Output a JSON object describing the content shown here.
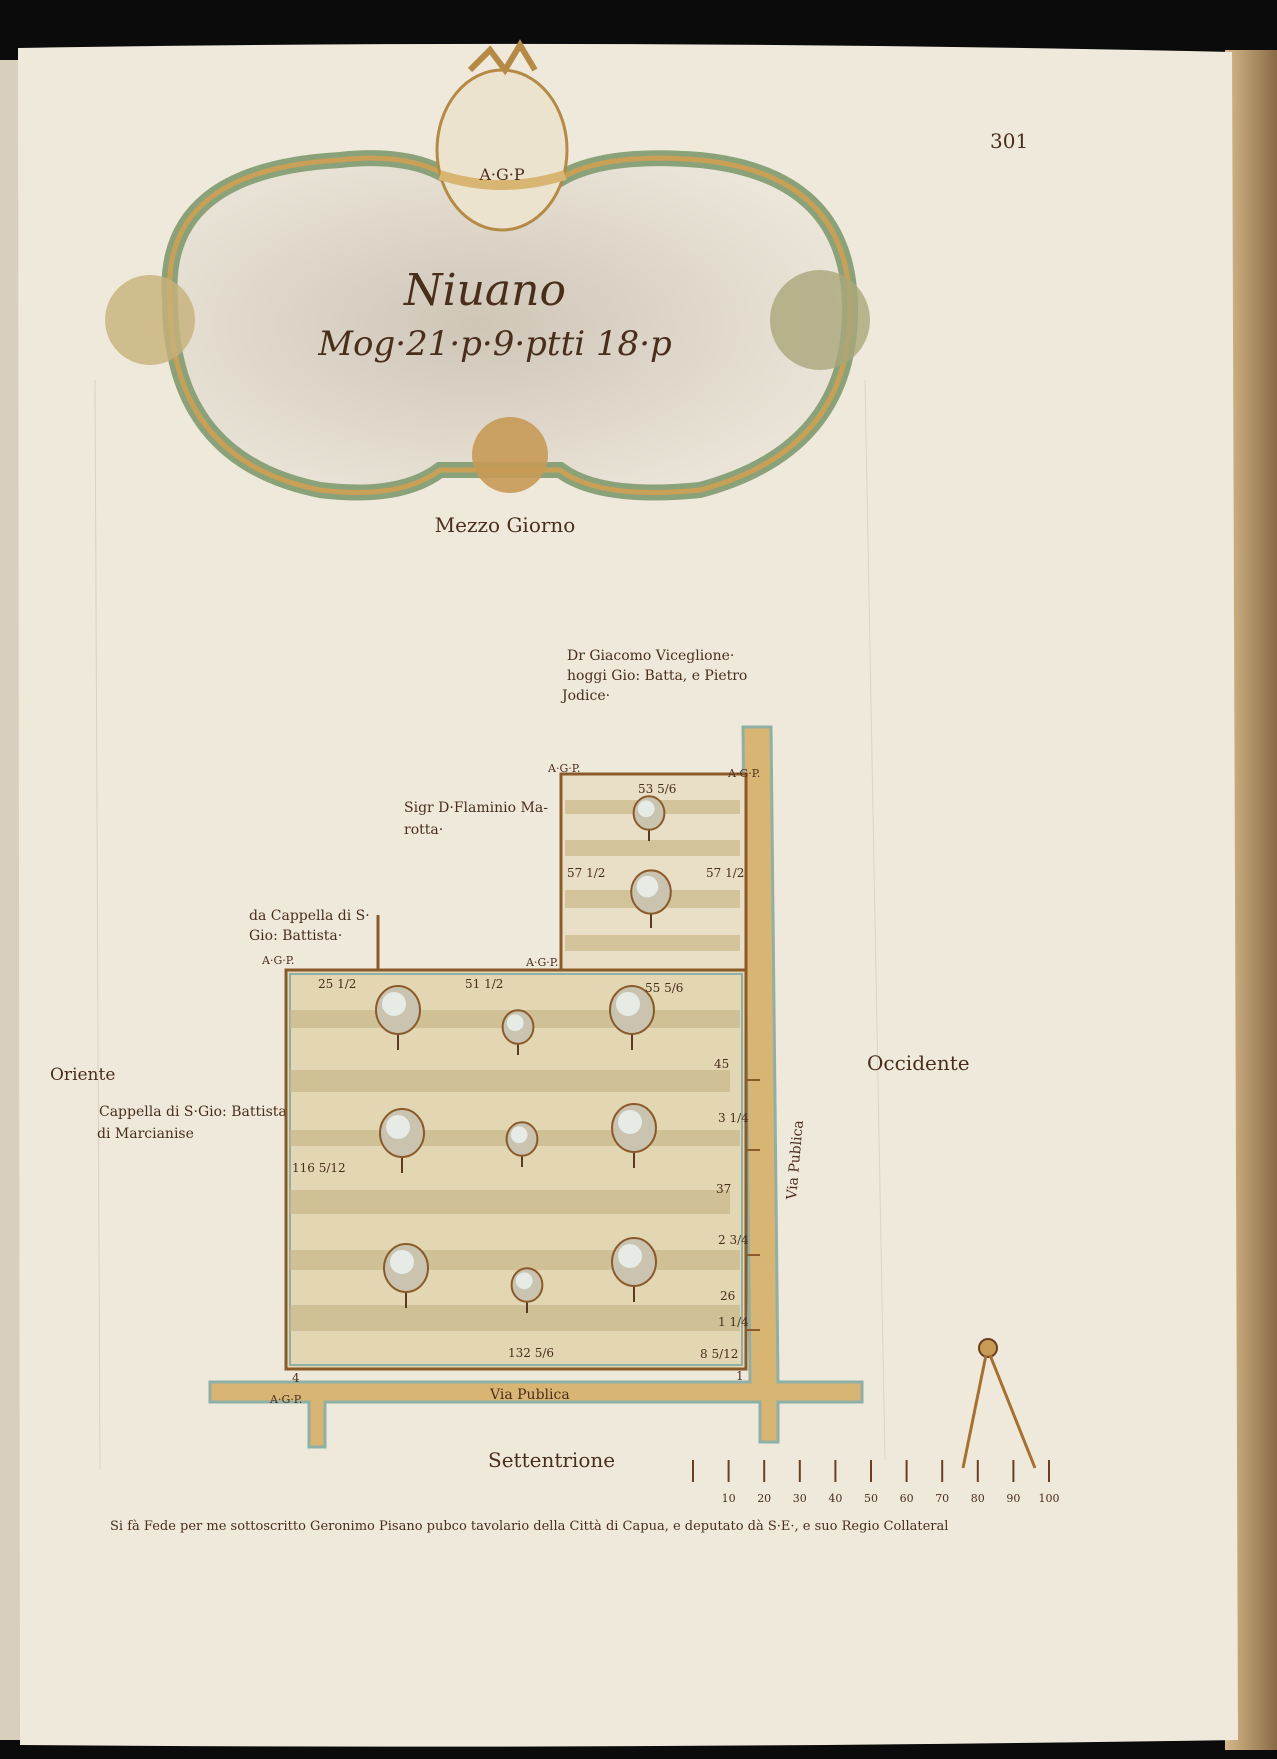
{
  "page": {
    "page_number": "301",
    "cartouche": {
      "monogram": "A·G·P",
      "title": "Niuano",
      "subtitle": "Mog·21·p·9·ptti 18·p"
    },
    "compass_points": {
      "south": "Mezzo Giorno",
      "north": "Settentrione",
      "east": "Oriente",
      "west": "Occidente"
    },
    "neighbours": {
      "top": [
        "Dr Giacomo Viceglione·",
        "hoggi Gio: Batta, e Pietro",
        "Jodice·"
      ],
      "upper_left": [
        "Sigr D·Flaminio Ma-",
        "rotta·"
      ],
      "chapel_top": [
        "da Cappella di S·",
        "Gio: Battista·"
      ],
      "chapel_east": [
        "Cappella di S·Gio: Battista",
        "di Marcianise"
      ]
    },
    "roads": {
      "vertical": "Via Publica",
      "horizontal": "Via Publica"
    },
    "boundary_marks": [
      "A·G·P.",
      "A·G·P.",
      "A·G·P.",
      "A·G·P.",
      "A·G·P."
    ],
    "measurements": {
      "upper_top": "53 5/6",
      "upper_left": "57 1/2",
      "upper_right": "57 1/2",
      "main_top_left": "25 1/2",
      "main_top_mid": "51 1/2",
      "main_top_right": "55 5/6",
      "west_side": "116 5/12",
      "bottom": "132 5/6",
      "right_45": "45",
      "right_a": "3 1/4",
      "right_37": "37",
      "right_b": "2 3/4",
      "right_26": "26",
      "right_c": "1 1/4",
      "right_d": "8 5/12",
      "corner_4": "4",
      "corner_1": "1"
    },
    "scale_bar": {
      "labels": [
        "10",
        "20",
        "30",
        "40",
        "50",
        "60",
        "70",
        "80",
        "90",
        "100"
      ]
    },
    "attestation": "Si fà Fede per me sottoscritto Geronimo Pisano pubco tavolario della Città di Capua, e deputato dà S·E·, e suo Regio Collateral",
    "colors": {
      "paper": "#efe9dc",
      "ink": "#4a2e1c",
      "road": "#d9b574",
      "border_green": "#8fb0a4",
      "wash": "#c9b88a"
    }
  }
}
